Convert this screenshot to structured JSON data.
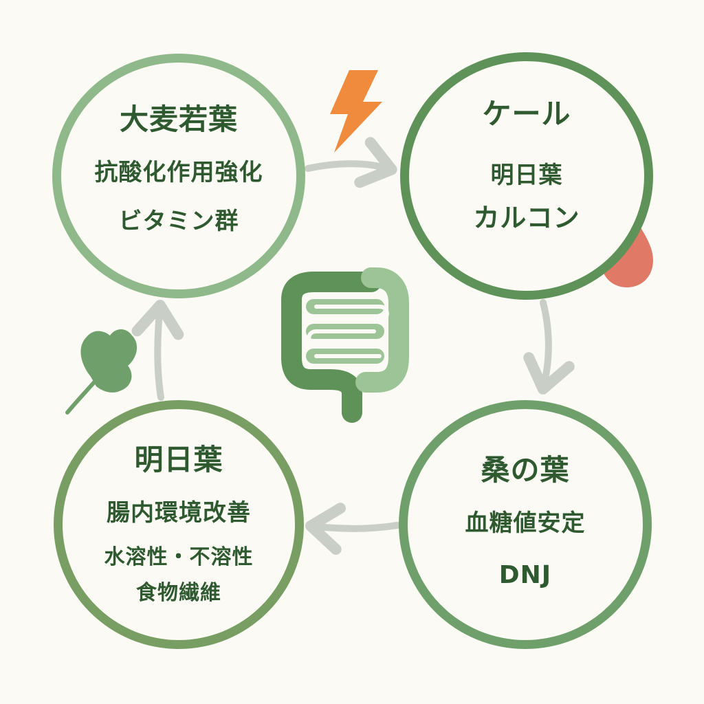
{
  "nodes": [
    {
      "title": "大麦若葉",
      "line2": "抗酸化作用強化",
      "line3": "ビタミン群"
    },
    {
      "title": "ケール",
      "line2": "明日葉",
      "line3": "カルコン"
    },
    {
      "title": "桑の葉",
      "line2": "血糖値安定",
      "line3": "DNJ"
    },
    {
      "title": "明日葉",
      "line2": "腸内環境改善",
      "line3": "水溶性・不溶性",
      "line4": "食物繊維"
    }
  ],
  "icons": {
    "lightning": "lightning-icon",
    "drop": "drop-icon",
    "leaf": "leaf-icon",
    "intestine": "intestine-icon"
  },
  "colors": {
    "background": "#fbfaf5",
    "text": "#2f5a30",
    "arrow": "#c9cfc6",
    "lightning": "#f08a3c",
    "drop": "#e07a66",
    "leaf": "#6fa06b",
    "intestine_dark": "#5e9259",
    "intestine_light": "#9cc497"
  }
}
